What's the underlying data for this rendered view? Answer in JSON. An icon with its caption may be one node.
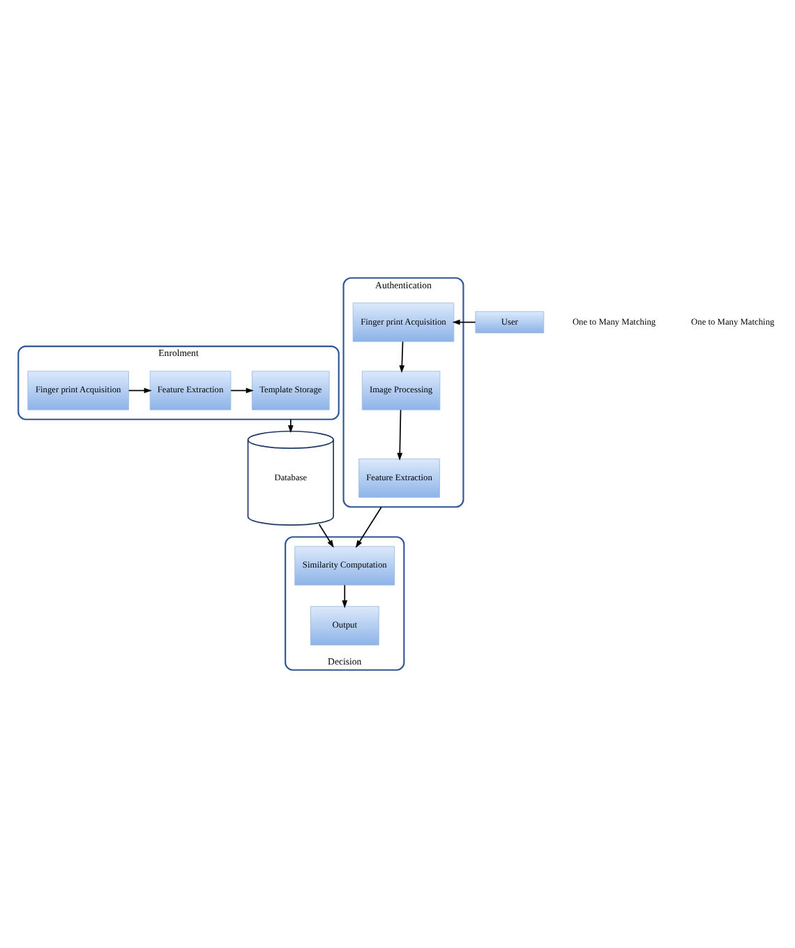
{
  "diagram": {
    "nodes": [
      {
        "text": [
          "Enrolment"
        ]
      },
      {
        "text": [
          "Finger print Acquisition"
        ],
        "in": 0
      },
      {
        "text": [
          "Feature Extraction"
        ],
        "in": 0
      },
      {
        "text": [
          "Template Storage"
        ],
        "in": 0
      },
      {
        "text": [
          "Authentication"
        ]
      },
      {
        "text": [
          "Finger print Acquisition"
        ],
        "in": 4
      },
      {
        "text": [
          "Image Processing"
        ],
        "in": 4
      },
      {
        "text": [
          "Feature Extraction"
        ],
        "in": 4
      },
      {
        "text": [
          "User"
        ]
      },
      {
        "text": [
          "Database"
        ]
      },
      {
        "text": [
          "Decision"
        ]
      },
      {
        "text": [
          "Similarity Computation"
        ],
        "in": 10
      },
      {
        "text": [
          "Output"
        ],
        "in": 10
      }
    ],
    "edges": [
      {
        "from": 1,
        "to": 2,
        "arrow": "to"
      },
      {
        "from": 2,
        "to": 3,
        "arrow": "to"
      },
      {
        "from": 0,
        "to": 9,
        "arrow": "to"
      },
      {
        "from": 8,
        "to": 5,
        "arrow": "to"
      },
      {
        "from": 5,
        "to": 6,
        "arrow": "to"
      },
      {
        "from": 6,
        "to": 7,
        "arrow": "to"
      },
      {
        "from": 4,
        "to": 11,
        "arrow": "to"
      },
      {
        "from": 9,
        "to": 11,
        "arrow": "to"
      },
      {
        "from": 11,
        "to": 12,
        "arrow": "to"
      }
    ],
    "labels": [
      "One to Many Matching",
      "One to Many Matching"
    ]
  }
}
